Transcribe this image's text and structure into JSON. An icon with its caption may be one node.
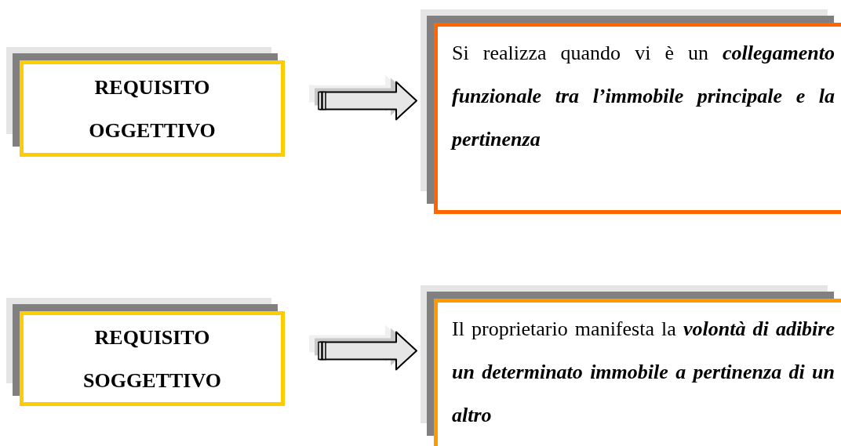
{
  "diagram": {
    "nodes": [
      {
        "text": [
          "REQUISITO OGGETTIVO"
        ]
      },
      {
        "text": [
          "Si realizza quando vi è un **collegamento funzionale tra l’immobile principale e la pertinenza**"
        ]
      },
      {
        "text": [
          "REQUISITO SOGGETTIVO"
        ]
      },
      {
        "text": [
          "Il proprietario manifesta la **volontà di adibire un determinato immobile a pertinenza di un altro**"
        ]
      }
    ],
    "edges": [
      {
        "from": 0,
        "to": 1,
        "arrow": "to"
      },
      {
        "from": 2,
        "to": 3,
        "arrow": "to"
      }
    ]
  }
}
